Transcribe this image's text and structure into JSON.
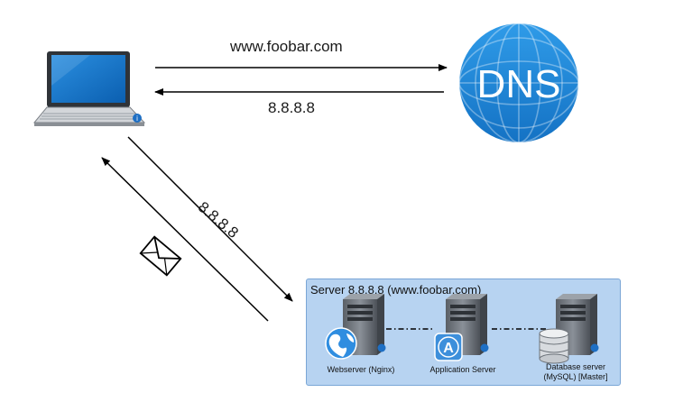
{
  "dns": {
    "label": "DNS",
    "color": "#1f86d9"
  },
  "arrows": {
    "query_label": "www.foobar.com",
    "answer_label": "8.8.8.8",
    "diagonal_label": "8.8.8.8"
  },
  "server": {
    "title": "Server 8.8.8.8 (www.foobar.com)",
    "webserver_label": "Webserver (Nginx)",
    "app_label": "Application Server",
    "db_label_line1": "Database server",
    "db_label_line2": "(MySQL) [Master]"
  },
  "colors": {
    "box_fill": "#b7d3f1",
    "box_border": "#7aa6d6"
  }
}
